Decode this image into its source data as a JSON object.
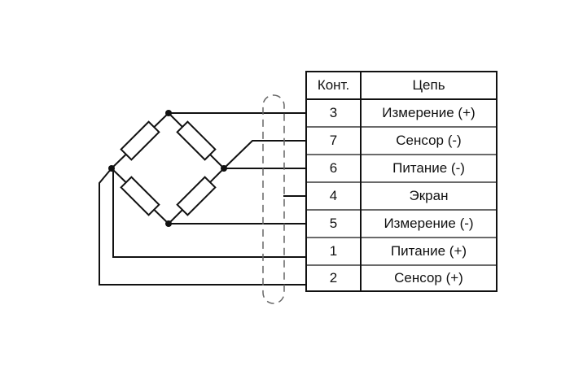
{
  "table": {
    "headers": [
      "Конт.",
      "Цепь"
    ],
    "rows": [
      {
        "pin": "3",
        "circuit": "Измерение (+)"
      },
      {
        "pin": "7",
        "circuit": "Сенсор (-)"
      },
      {
        "pin": "6",
        "circuit": "Питание (-)"
      },
      {
        "pin": "4",
        "circuit": "Экран"
      },
      {
        "pin": "5",
        "circuit": "Измерение (-)"
      },
      {
        "pin": "1",
        "circuit": "Питание (+)"
      },
      {
        "pin": "2",
        "circuit": "Сенсор (+)"
      }
    ]
  }
}
